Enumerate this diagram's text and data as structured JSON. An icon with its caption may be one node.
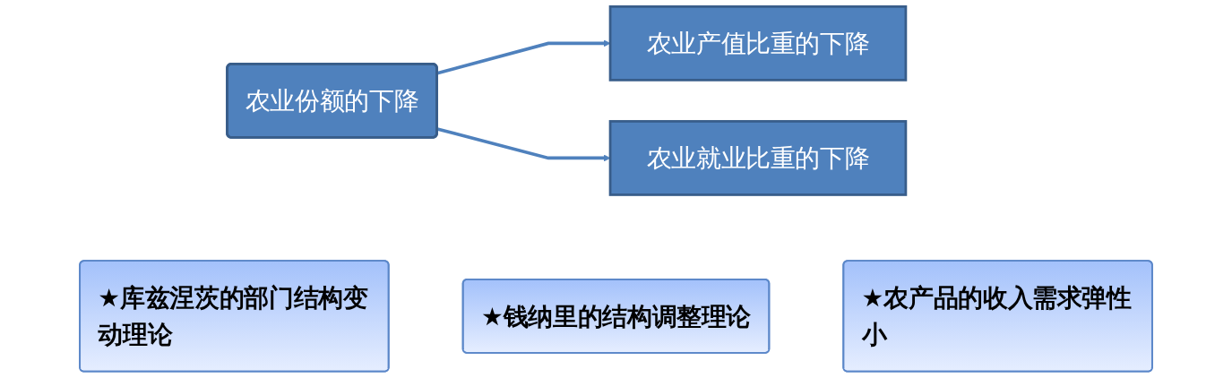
{
  "diagram": {
    "nodes": [
      {
        "text": [
          "农业份额的下降"
        ]
      },
      {
        "text": [
          "农业产值比重的下降"
        ]
      },
      {
        "text": [
          "农业就业比重的下降"
        ]
      },
      {
        "text": [
          "★库兹涅茨的部门结构变动理论"
        ]
      },
      {
        "text": [
          "★钱纳里的结构调整理论"
        ]
      },
      {
        "text": [
          "★农产品的收入需求弹性小"
        ]
      }
    ],
    "edges": [
      {
        "from": 0,
        "to": 1,
        "arrow": "to"
      },
      {
        "from": 0,
        "to": 2,
        "arrow": "to"
      }
    ]
  }
}
